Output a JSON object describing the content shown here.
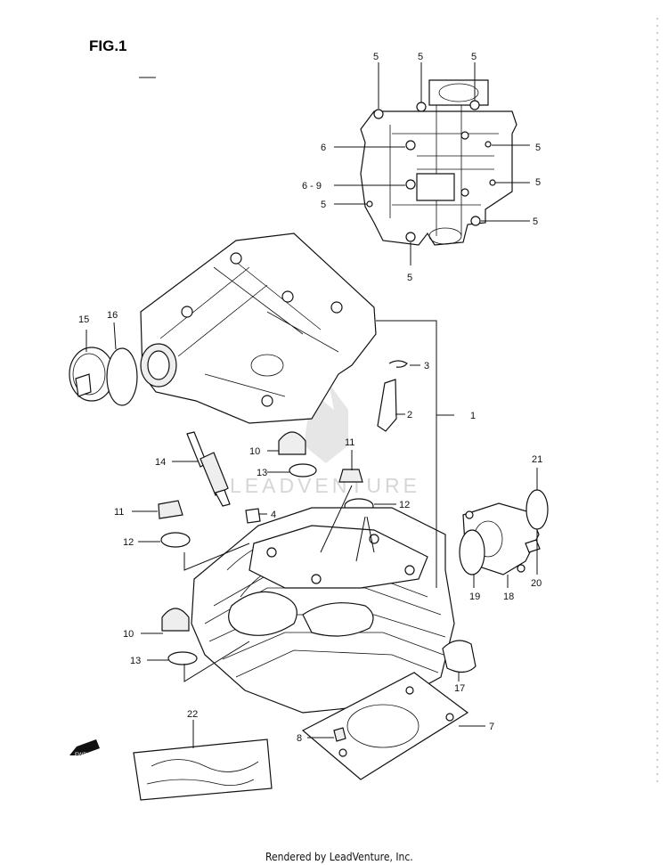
{
  "figure": {
    "title": "FIG.1"
  },
  "watermark": {
    "text": "LEADVENTURE"
  },
  "footer": {
    "text": "Rendered by LeadVenture, Inc."
  },
  "direction_arrow": {
    "label": "FWD"
  },
  "callouts": {
    "c1": "1",
    "c2": "2",
    "c3": "3",
    "c4": "4",
    "c5a": "5",
    "c5b": "5",
    "c5c": "5",
    "c5d": "5",
    "c5e": "5",
    "c5f": "5",
    "c5g": "5",
    "c5h": "5",
    "c6": "6",
    "c69": "6 - 9",
    "c7": "7",
    "c8": "8",
    "c10a": "10",
    "c10b": "10",
    "c11a": "11",
    "c11b": "11",
    "c12a": "12",
    "c12b": "12",
    "c13a": "13",
    "c13b": "13",
    "c14": "14",
    "c15": "15",
    "c16": "16",
    "c17": "17",
    "c18": "18",
    "c19": "19",
    "c20": "20",
    "c21": "21",
    "c22": "22"
  },
  "colors": {
    "line": "#111111",
    "watermark": "#d6d6d6",
    "background": "#ffffff"
  }
}
